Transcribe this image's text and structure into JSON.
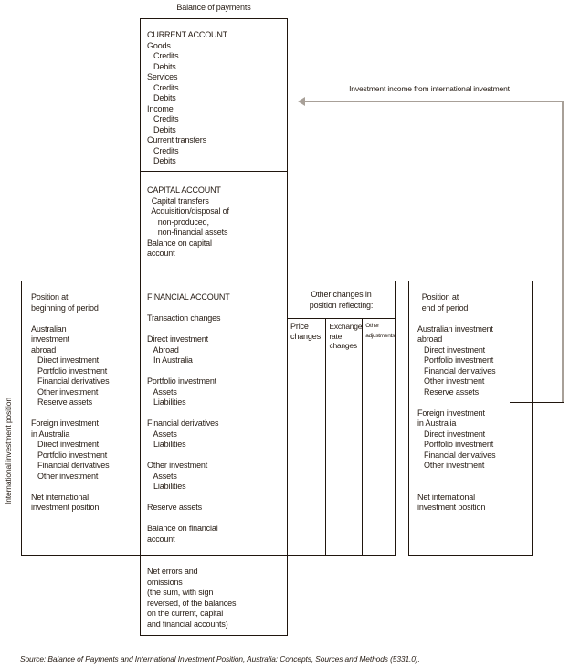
{
  "title": "Balance of payments",
  "side_label": "International investment position",
  "arrow": {
    "label": "Investment income from international investment"
  },
  "source_note": "Source: Balance of Payments and International Investment Position, Australia: Concepts, Sources and Methods (5331.0).",
  "colors": {
    "line": "#20160e",
    "text": "#241a12",
    "arrow": "#a8a098",
    "background": "#ffffff"
  },
  "boxes": {
    "current_account": {
      "lines": [
        "CURRENT ACCOUNT",
        "Goods",
        "   Credits",
        "   Debits",
        "Services",
        "   Credits",
        "   Debits",
        "Income",
        "   Credits",
        "   Debits",
        "Current transfers",
        "   Credits",
        "   Debits"
      ]
    },
    "capital_account": {
      "lines": [
        "CAPITAL ACCOUNT",
        "  Capital transfers",
        "  Acquisition/disposal of",
        "     non-produced,",
        "     non-financial assets",
        "Balance on capital",
        "account"
      ]
    },
    "financial_account": {
      "lines": [
        "FINANCIAL ACCOUNT",
        "",
        "Transaction changes",
        "",
        "Direct investment",
        "   Abroad",
        "   In Australia",
        "",
        "Portfolio investment",
        "   Assets",
        "   Liabilities",
        "",
        "Financial derivatives",
        "   Assets",
        "   Liabilities",
        "",
        "Other investment",
        "   Assets",
        "   Liabilities",
        "",
        "Reserve assets",
        "",
        "Balance on financial",
        "account"
      ]
    },
    "net_errors": {
      "lines": [
        "Net errors and",
        "omissions",
        "(the sum, with sign",
        "reversed, of the balances",
        "on the current, capital",
        "and financial accounts)"
      ]
    },
    "position_beginning": {
      "lines": [
        "Position at",
        "beginning of period",
        "",
        "Australian",
        "investment",
        "abroad",
        "   Direct investment",
        "   Portfolio investment",
        "   Financial derivatives",
        "   Other investment",
        "   Reserve assets",
        "",
        "Foreign investment",
        "in Australia",
        "   Direct investment",
        "   Portfolio investment",
        "   Financial derivatives",
        "   Other investment",
        "",
        "Net international",
        "investment position"
      ]
    },
    "position_end": {
      "lines": [
        "  Position at",
        "  end of period",
        "",
        "Australian investment",
        "abroad",
        "   Direct investment",
        "   Portfolio investment",
        "   Financial derivatives",
        "   Other investment",
        "   Reserve assets",
        "",
        "Foreign investment",
        "in Australia",
        "   Direct investment",
        "   Portfolio investment",
        "   Financial derivatives",
        "   Other investment",
        "",
        "",
        "Net international",
        "investment position"
      ]
    },
    "other_changes": {
      "header_lines": [
        "Other changes in",
        "position reflecting:"
      ],
      "columns": [
        {
          "id": "price",
          "lines": [
            "Price",
            "changes"
          ]
        },
        {
          "id": "exchange",
          "lines": [
            "Exchange",
            "rate",
            "changes"
          ]
        },
        {
          "id": "other",
          "lines": [
            "Other",
            "adjustments"
          ]
        }
      ]
    }
  }
}
